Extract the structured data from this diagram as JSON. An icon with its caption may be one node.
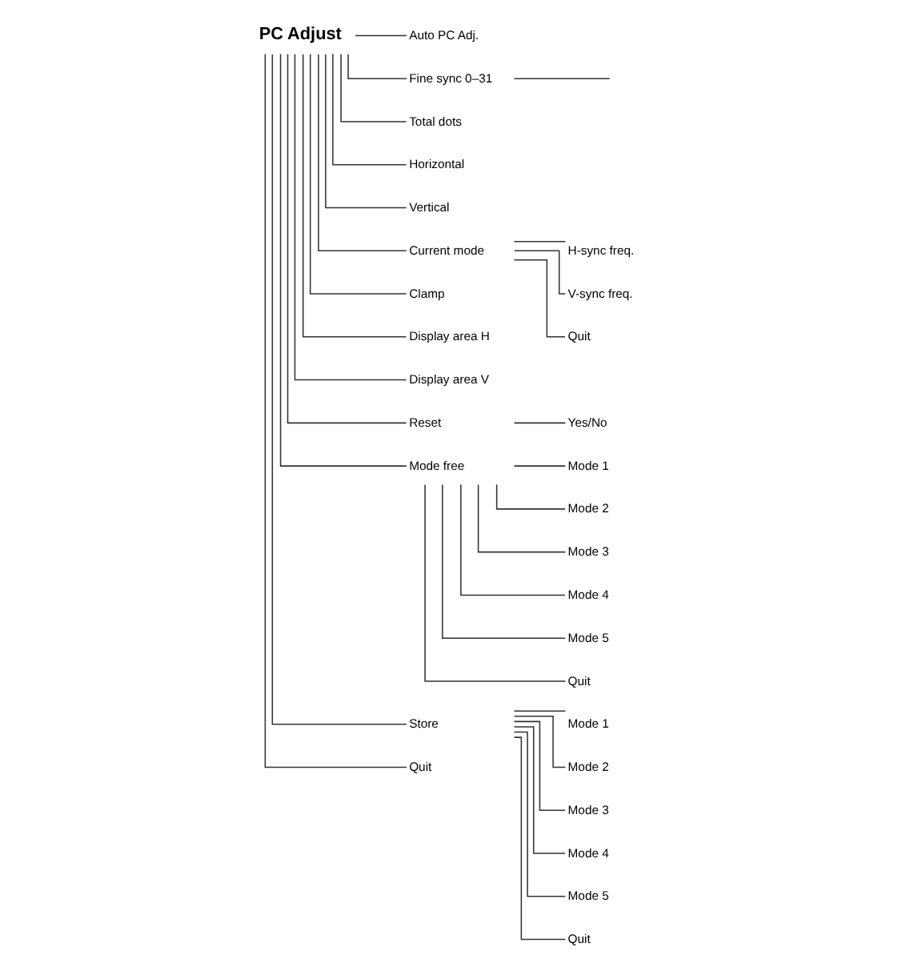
{
  "diagram": {
    "nodes": [
      {
        "text": [
          "PC Adjust"
        ]
      },
      {
        "text": [
          "Auto PC Adj."
        ]
      },
      {
        "text": [
          "Fine sync 0–31"
        ]
      },
      {
        "text": [
          "Total dots"
        ]
      },
      {
        "text": [
          "Horizontal"
        ]
      },
      {
        "text": [
          "Vertical"
        ]
      },
      {
        "text": [
          "Current mode"
        ]
      },
      {
        "text": [
          "H-sync freq."
        ]
      },
      {
        "text": [
          "Clamp"
        ]
      },
      {
        "text": [
          "V-sync freq."
        ]
      },
      {
        "text": [
          "Quit"
        ]
      },
      {
        "text": [
          "Display area H"
        ]
      },
      {
        "text": [
          "Display area V"
        ]
      },
      {
        "text": [
          "Reset"
        ]
      },
      {
        "text": [
          "Yes/No"
        ]
      },
      {
        "text": [
          "Mode free"
        ]
      },
      {
        "text": [
          "Mode 1"
        ]
      },
      {
        "text": [
          "Mode 2"
        ]
      },
      {
        "text": [
          "Mode 3"
        ]
      },
      {
        "text": [
          "Mode 4"
        ]
      },
      {
        "text": [
          "Mode 5"
        ]
      },
      {
        "text": [
          "Quit"
        ]
      },
      {
        "text": [
          "Store"
        ]
      },
      {
        "text": [
          "Mode 1"
        ]
      },
      {
        "text": [
          "Mode 2"
        ]
      },
      {
        "text": [
          "Mode 3"
        ]
      },
      {
        "text": [
          "Mode 4"
        ]
      },
      {
        "text": [
          "Mode 5"
        ]
      },
      {
        "text": [
          "Quit"
        ]
      },
      {
        "text": [
          "Quit"
        ]
      }
    ],
    "edges": [
      {
        "from": 0,
        "to": 1,
        "arrow": "none"
      },
      {
        "from": 0,
        "to": 2,
        "arrow": "none"
      },
      {
        "from": 2,
        "to": null,
        "arrow": "none"
      },
      {
        "from": 0,
        "to": 3,
        "arrow": "none"
      },
      {
        "from": 0,
        "to": 4,
        "arrow": "none"
      },
      {
        "from": 0,
        "to": 5,
        "arrow": "none"
      },
      {
        "from": 0,
        "to": 6,
        "arrow": "none"
      },
      {
        "from": 6,
        "to": 7,
        "arrow": "none"
      },
      {
        "from": 0,
        "to": 8,
        "arrow": "none"
      },
      {
        "from": 6,
        "to": 9,
        "arrow": "none"
      },
      {
        "from": 6,
        "to": 10,
        "arrow": "none"
      },
      {
        "from": 0,
        "to": 11,
        "arrow": "none"
      },
      {
        "from": 0,
        "to": 12,
        "arrow": "none"
      },
      {
        "from": 0,
        "to": 13,
        "arrow": "none"
      },
      {
        "from": 13,
        "to": 14,
        "arrow": "none"
      },
      {
        "from": 0,
        "to": 15,
        "arrow": "none"
      },
      {
        "from": 15,
        "to": 16,
        "arrow": "none"
      },
      {
        "from": 15,
        "to": 17,
        "arrow": "none"
      },
      {
        "from": 15,
        "to": 18,
        "arrow": "none"
      },
      {
        "from": 15,
        "to": 19,
        "arrow": "none"
      },
      {
        "from": 15,
        "to": 20,
        "arrow": "none"
      },
      {
        "from": 15,
        "to": 21,
        "arrow": "none"
      },
      {
        "from": 0,
        "to": 22,
        "arrow": "none"
      },
      {
        "from": 22,
        "to": 23,
        "arrow": "none"
      },
      {
        "from": 22,
        "to": 24,
        "arrow": "none"
      },
      {
        "from": 22,
        "to": 25,
        "arrow": "none"
      },
      {
        "from": 22,
        "to": 26,
        "arrow": "none"
      },
      {
        "from": 22,
        "to": 27,
        "arrow": "none"
      },
      {
        "from": 22,
        "to": 28,
        "arrow": "none"
      },
      {
        "from": 0,
        "to": 29,
        "arrow": "none"
      }
    ]
  }
}
